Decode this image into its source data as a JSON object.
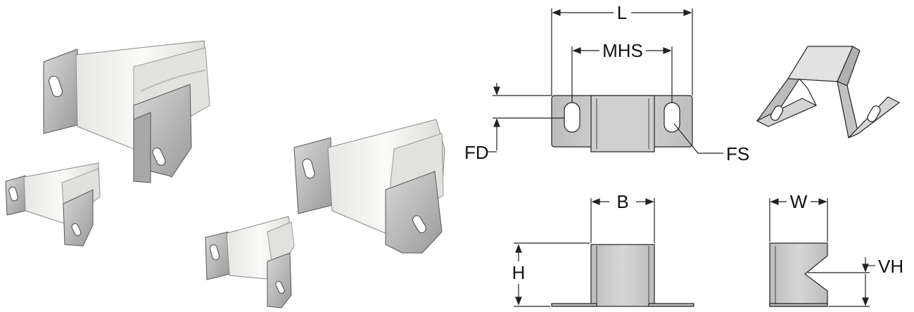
{
  "labels": {
    "length": "L",
    "mounting_hole_spacing": "MHS",
    "flange_depth": "FD",
    "flange_slot": "FS",
    "base_width": "B",
    "width": "W",
    "height": "H",
    "v_height": "VH"
  },
  "colors": {
    "metal_fill": "#c8c8c8",
    "metal_dark": "#8e8e8e",
    "pad_white": "#f3f3f1",
    "pad_shadow": "#d9d9d6",
    "line": "#222222"
  }
}
